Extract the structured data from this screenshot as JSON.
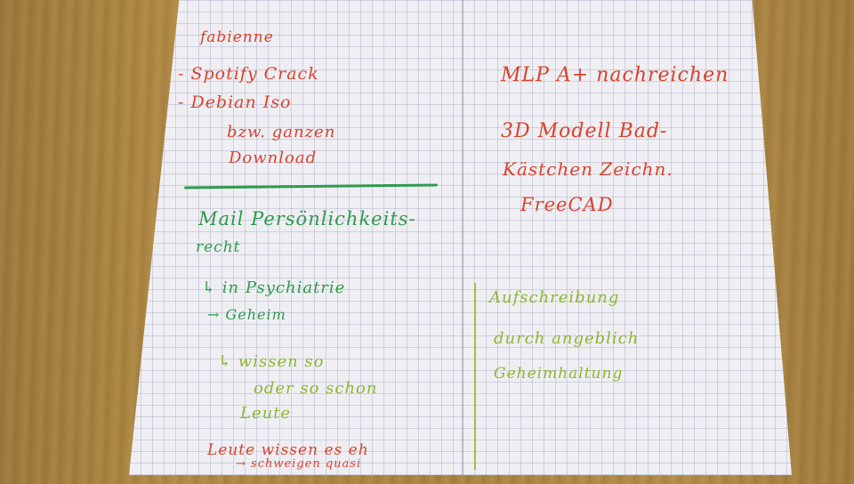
{
  "left_page": {
    "heading": "fabienne",
    "items": [
      "- Spotify Crack",
      "- Debian Iso"
    ],
    "item_continuation": [
      "bzw. ganzen",
      "Download"
    ],
    "section_title": [
      "Mail Persönlichkeits-",
      "recht"
    ],
    "sub_point": [
      "↳ in Psychiatrie",
      "→ Geheim"
    ],
    "nested_point": [
      "↳ wissen so",
      "oder so schon",
      "Leute"
    ],
    "bottom_note": [
      "Leute wissen es eh",
      "→ schweigen quasi"
    ]
  },
  "right_page": {
    "lines": [
      "MLP A+ nachreichen",
      "3D Modell Bad-",
      "Kästchen Zeichn.",
      "FreeCAD"
    ],
    "green_note": [
      "Aufschreibung",
      "durch angeblich",
      "Geheimhaltung"
    ]
  },
  "colors": {
    "red_ink": "#d8432f",
    "green_ink": "#2f9a4c",
    "lime_ink": "#8cb832",
    "paper": "#efeff3",
    "desk": "#a88441"
  }
}
